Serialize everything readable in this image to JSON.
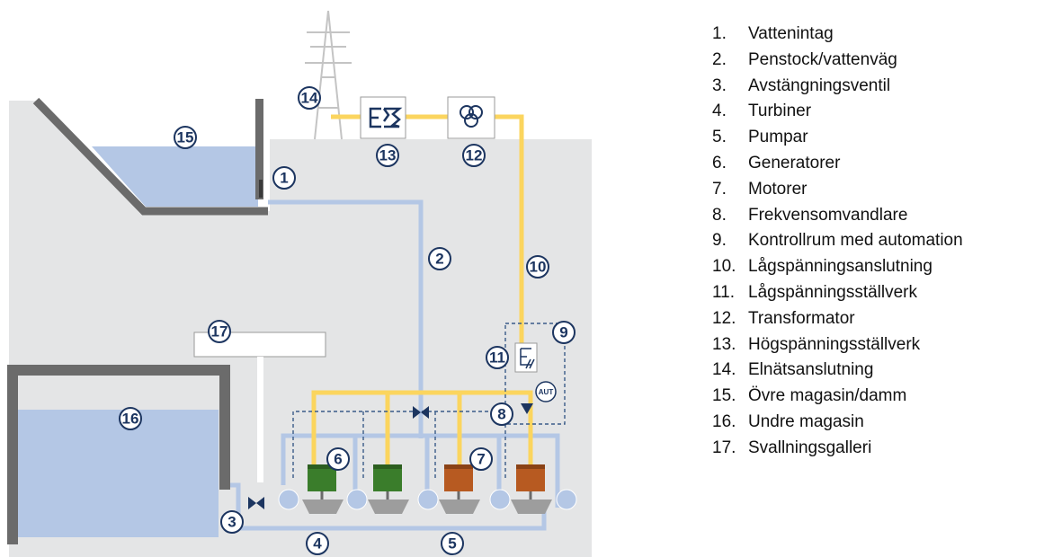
{
  "colors": {
    "ground": "#e4e5e6",
    "water": "#b4c7e5",
    "pipe": "#b4c7e5",
    "wall": "#6b6b6b",
    "cable": "#fbd55e",
    "control_line": "#3a5b88",
    "circle_stroke": "#1c3560",
    "green_unit": "#3a7d2b",
    "orange_unit": "#b75a21"
  },
  "icons": {
    "pylon": "power-pylon-icon",
    "high_voltage_switchgear": "switchgear-icon",
    "transformer": "transformer-icon",
    "low_voltage_switchgear": "switchgear-icon",
    "automation": "aut-icon",
    "valve": "valve-icon",
    "frequency_converter": "triangle-down-icon"
  },
  "diagram": {
    "markers": [
      "1",
      "2",
      "3",
      "4",
      "5",
      "6",
      "7",
      "8",
      "9",
      "10",
      "11",
      "12",
      "13",
      "14",
      "15",
      "16",
      "17"
    ],
    "automation_label": "AUT"
  },
  "legend": [
    {
      "number": "1.",
      "label": "Vattenintag"
    },
    {
      "number": "2.",
      "label": "Penstock/vattenväg"
    },
    {
      "number": "3.",
      "label": "Avstängningsventil"
    },
    {
      "number": "4.",
      "label": "Turbiner"
    },
    {
      "number": "5.",
      "label": "Pumpar"
    },
    {
      "number": "6.",
      "label": "Generatorer"
    },
    {
      "number": "7.",
      "label": "Motorer"
    },
    {
      "number": "8.",
      "label": "Frekvensomvandlare"
    },
    {
      "number": "9.",
      "label": "Kontrollrum med automation"
    },
    {
      "number": "10.",
      "label": "Lågspänningsanslutning"
    },
    {
      "number": "11.",
      "label": "Lågspänningsställverk"
    },
    {
      "number": "12.",
      "label": "Transformator"
    },
    {
      "number": "13.",
      "label": "Högspänningsställverk"
    },
    {
      "number": "14.",
      "label": "Elnätsanslutning"
    },
    {
      "number": "15.",
      "label": "Övre magasin/damm"
    },
    {
      "number": "16.",
      "label": "Undre magasin"
    },
    {
      "number": "17.",
      "label": "Svallningsgalleri"
    }
  ]
}
